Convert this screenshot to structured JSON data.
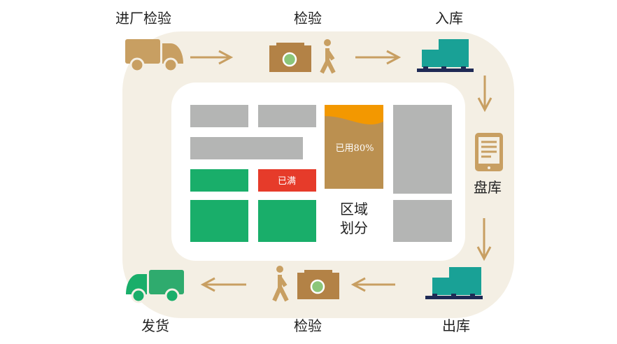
{
  "steps": {
    "incoming_inspection": "进厂检验",
    "inspection_top": "检验",
    "warehousing": "入库",
    "stocktake": "盘库",
    "outbound": "出库",
    "inspection_bottom": "检验",
    "shipping": "发货"
  },
  "zones": {
    "title_line1": "区域",
    "title_line2": "划分",
    "full_label": "已满",
    "used_label": "已用80%",
    "used_percent": 80
  },
  "colors": {
    "track": "#f4efe4",
    "brown": "#c89f62",
    "teal": "#19a196",
    "green": "#19ae6a",
    "red": "#e63b2a",
    "orange": "#f39800",
    "gray": "#b4b5b4"
  }
}
